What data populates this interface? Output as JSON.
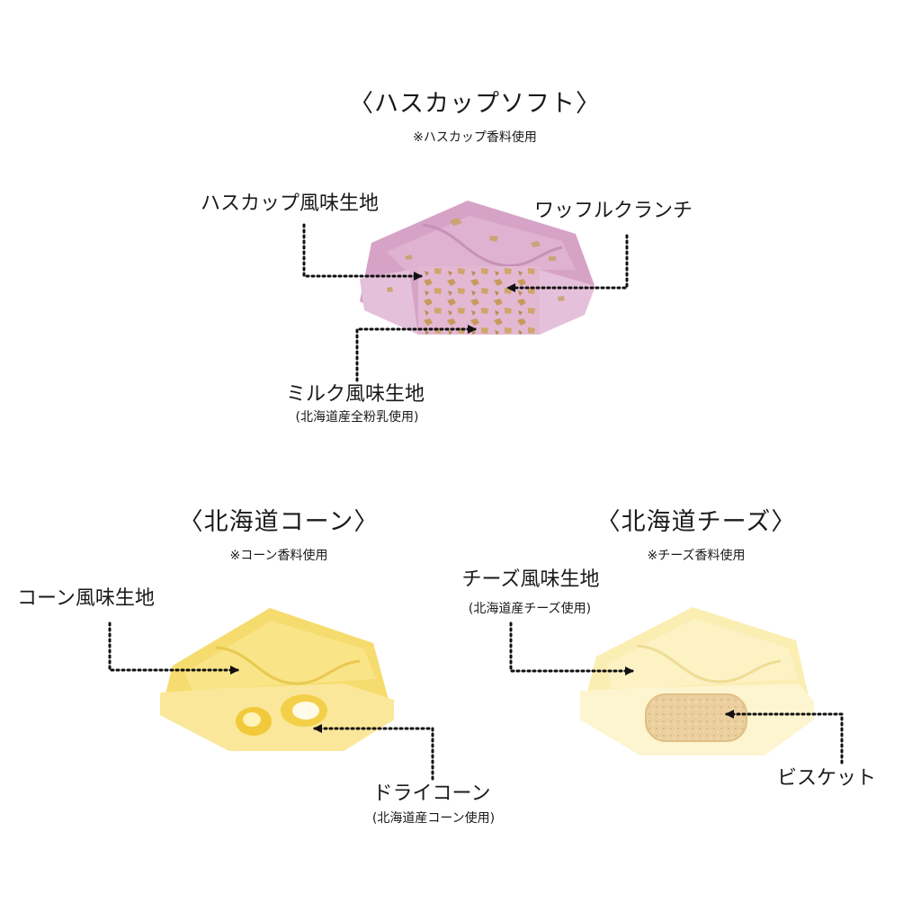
{
  "products": [
    {
      "title": "〈ハスカップソフト〉",
      "note": "※ハスカップ香料使用",
      "labels": {
        "outer": "ハスカップ風味生地",
        "filling": "ワッフルクランチ",
        "base": "ミルク風味生地",
        "base_sub": "(北海道産全粉乳使用)"
      }
    },
    {
      "title": "〈北海道コーン〉",
      "note": "※コーン香料使用",
      "labels": {
        "outer": "コーン風味生地",
        "filling": "ドライコーン",
        "filling_sub": "(北海道産コーン使用)"
      }
    },
    {
      "title": "〈北海道チーズ〉",
      "note": "※チーズ香料使用",
      "labels": {
        "outer": "チーズ風味生地",
        "outer_sub": "(北海道産チーズ使用)",
        "filling": "ビスケット"
      }
    }
  ],
  "colors": {
    "haskap_top": "#d8a6c9",
    "haskap_side": "#e9c8df",
    "haskap_crunch": "#c9a165",
    "corn_top": "#f7e07a",
    "corn_side": "#fbe995",
    "corn_kernel": "#f3cf3e",
    "cheese_top": "#fcefb6",
    "cheese_side": "#fdf4cc",
    "biscuit": "#e8c894",
    "leader": "#111111"
  }
}
